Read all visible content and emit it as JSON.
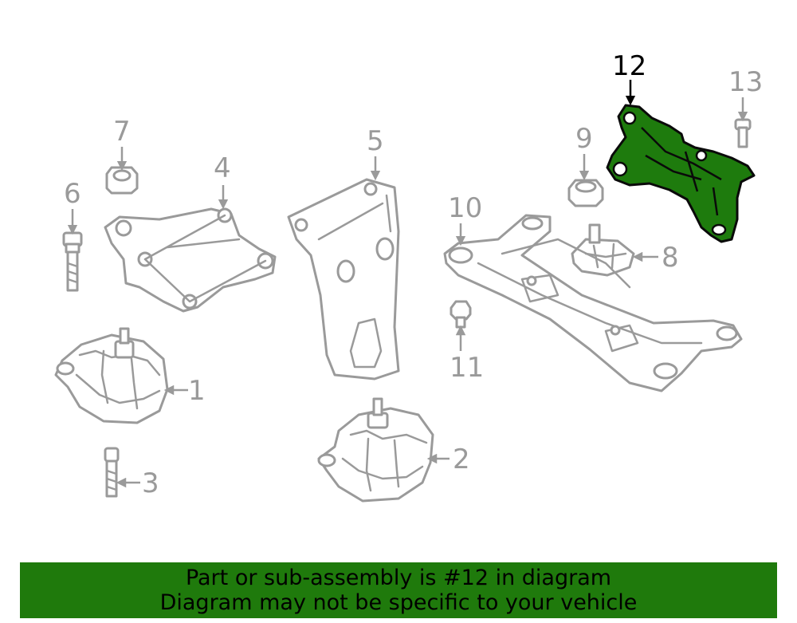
{
  "callouts": {
    "c1": "1",
    "c2": "2",
    "c3": "3",
    "c4": "4",
    "c5": "5",
    "c6": "6",
    "c7": "7",
    "c8": "8",
    "c9": "9",
    "c10": "10",
    "c11": "11",
    "c12": "12",
    "c13": "13"
  },
  "highlight": {
    "part_number": "12",
    "color": "#1e7b0d"
  },
  "banner": {
    "line1": "Part or sub-assembly is #12 in diagram",
    "line2": "Diagram may not be specific to your vehicle",
    "background": "#1f7a0c"
  }
}
